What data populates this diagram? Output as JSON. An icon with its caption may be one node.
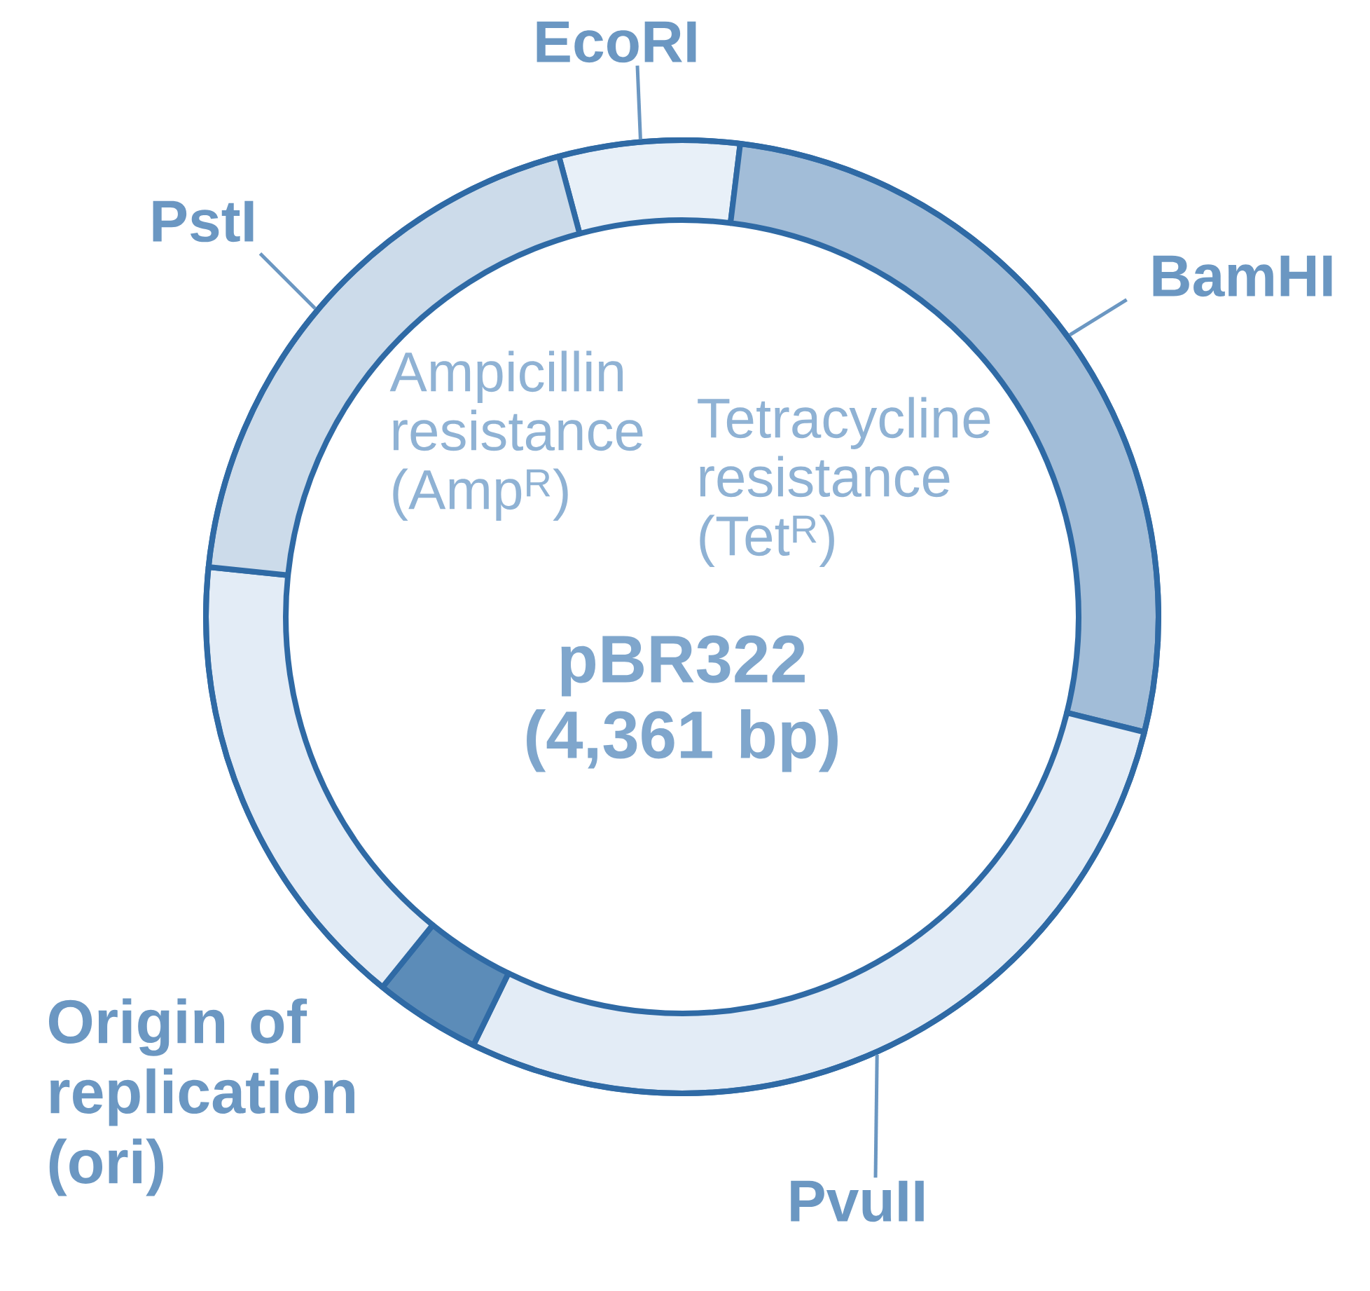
{
  "diagram": {
    "nodes": [
      {
        "text": [
          "pBR322 (4,361 bp)"
        ]
      },
      {
        "text": [
          "EcoRI"
        ]
      },
      {
        "text": [
          "PstI"
        ]
      },
      {
        "text": [
          "BamHI"
        ]
      },
      {
        "text": [
          "PvuII"
        ]
      }
    ],
    "edges": [
      {
        "from": 1,
        "to": 0,
        "arrow": "none"
      },
      {
        "from": 2,
        "to": 0,
        "arrow": "none"
      },
      {
        "from": 3,
        "to": 0,
        "arrow": "none"
      },
      {
        "from": 4,
        "to": 0,
        "arrow": "none"
      }
    ],
    "labels": [
      "Ampicillin resistance (Amp$^{R}$)",
      "Tetracycline resistance (Tet$^{R}$)",
      "Origin of replication (ori)"
    ]
  }
}
